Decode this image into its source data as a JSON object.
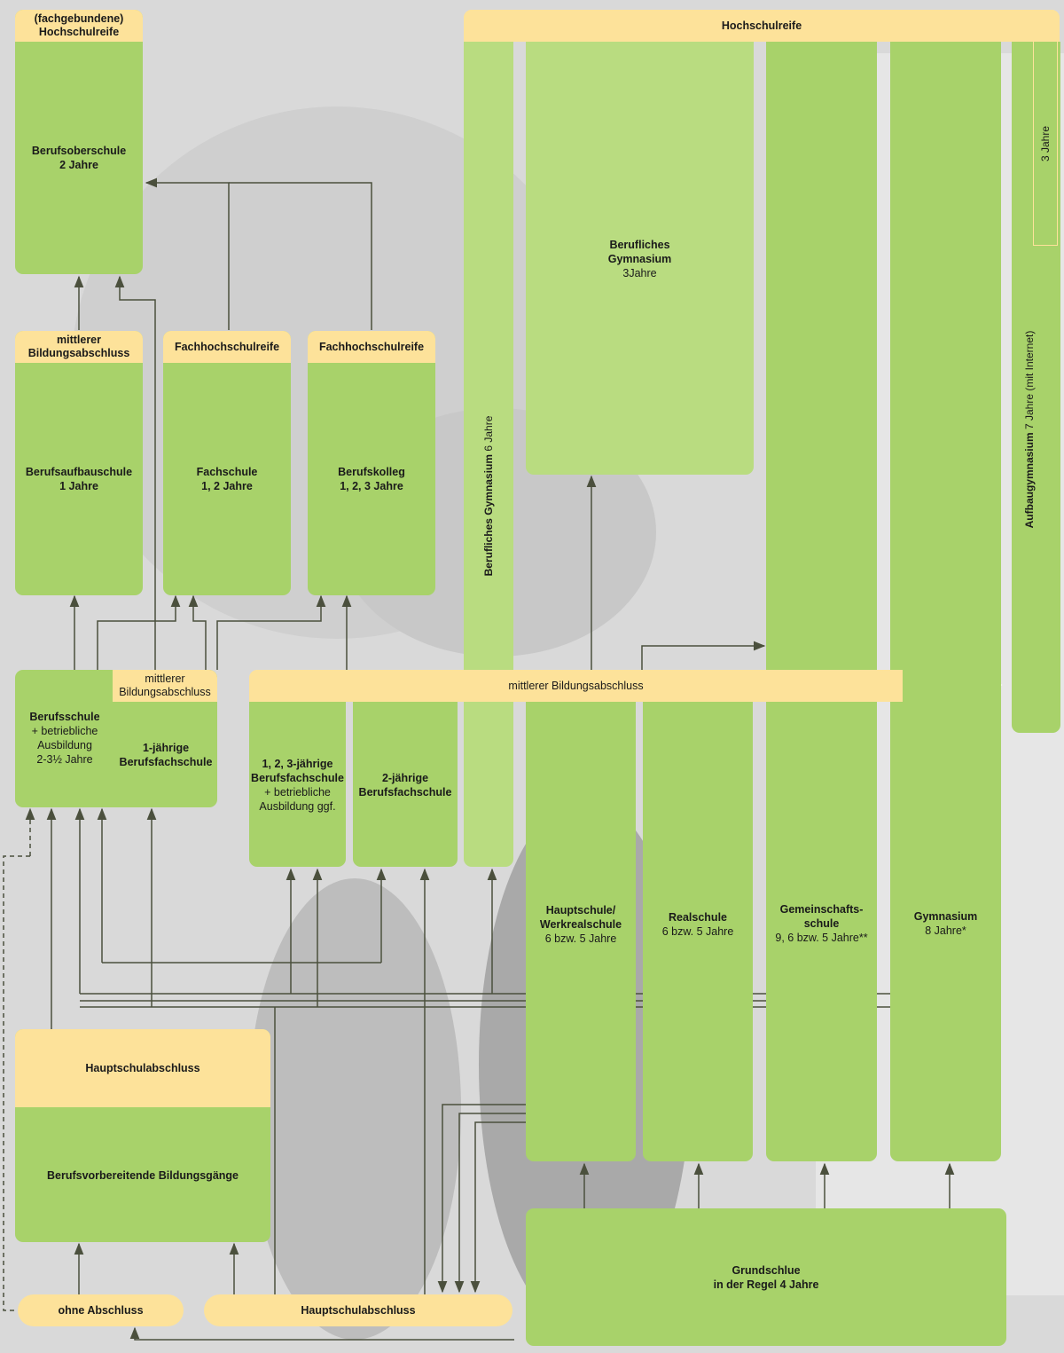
{
  "top": {
    "hochschulreife": "Hochschulreife",
    "three_years": "3 Jahre"
  },
  "berufsoberschule": {
    "header_line1": "(fachgebundene)",
    "header_line2": "Hochschulreife",
    "name": "Berufsoberschule",
    "duration": "2 Jahre"
  },
  "berufsaufbauschule": {
    "header_line1": "mittlerer",
    "header_line2": "Bildungsabschluss",
    "name": "Berufsaufbauschule",
    "duration": "1 Jahre"
  },
  "fachschule": {
    "header": "Fachhochschulreife",
    "name": "Fachschule",
    "duration": "1, 2 Jahre"
  },
  "berufskolleg": {
    "header": "Fachhochschulreife",
    "name": "Berufskolleg",
    "duration": "1, 2, 3 Jahre"
  },
  "berufliches_gymnasium_6": {
    "name": "Berufliches Gymnasium",
    "duration": "6 Jahre"
  },
  "berufliches_gymnasium_3": {
    "name_line1": "Berufliches",
    "name_line2": "Gymnasium",
    "duration": "3Jahre"
  },
  "aufbaugymnasium": {
    "name": "Aufbaugymnasium",
    "duration": "7 Jahre (mit Internet)"
  },
  "mittlerer_band": "mittlerer Bildungsabschluss",
  "berufsschule": {
    "header_line1": "mittlerer",
    "header_line2": "Bildungsabschluss",
    "name": "Berufsschule",
    "line2": "+ betriebliche",
    "line3": "Ausbildung",
    "line4": "2-3½ Jahre",
    "bfs_line1": "1-jährige",
    "bfs_line2": "Berufsfachschule"
  },
  "bfs123": {
    "line1": "1, 2, 3-jährige",
    "line2": "Berufsfachschule",
    "line3": "+ betriebliche",
    "line4": "Ausbildung ggf."
  },
  "bfs2": {
    "line1": "2-jährige",
    "line2": "Berufsfachschule"
  },
  "hauptschule": {
    "line1": "Hauptschule/",
    "line2": "Werkrealschule",
    "duration": "6 bzw. 5 Jahre"
  },
  "realschule": {
    "name": "Realschule",
    "duration": "6 bzw. 5 Jahre"
  },
  "gemeinschaftsschule": {
    "line1": "Gemeinschafts-",
    "line2": "schule",
    "duration": "9, 6 bzw. 5 Jahre**"
  },
  "gymnasium": {
    "name": "Gymnasium",
    "duration": "8 Jahre*"
  },
  "berufsvorbereitend": {
    "header": "Hauptschulabschluss",
    "name": "Berufsvorbereitende Bildungsgänge"
  },
  "ohne_abschluss": "ohne Abschluss",
  "hauptschulabschluss_pill": "Hauptschulabschluss",
  "grundschule": {
    "line1": "Grundschlue",
    "line2": "in der Regel 4 Jahre"
  },
  "colors": {
    "green": "#a8d26a",
    "yellow": "#fde29a",
    "line": "#4b503d",
    "white_arrow": "#ffffff"
  }
}
